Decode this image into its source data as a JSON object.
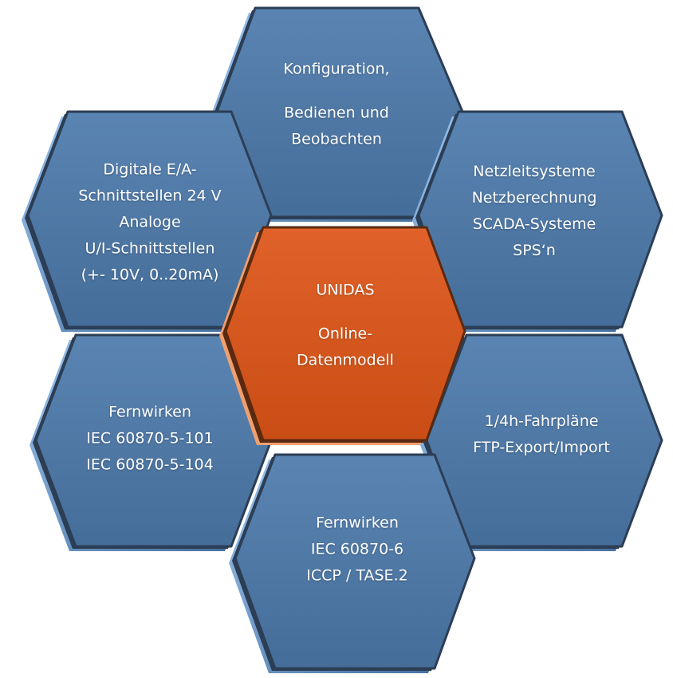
{
  "diagram": {
    "colors": {
      "outer_fill": "#4e78a6",
      "outer_edge": "#2c3e55",
      "center_fill": "#d4571c",
      "center_edge": "#5a2a10",
      "text": "#ffffff"
    },
    "hexagons": {
      "top": {
        "lines": [
          "Konfiguration,",
          "",
          "Bedienen und",
          "Beobachten"
        ]
      },
      "upper_left": {
        "lines": [
          "Digitale E/A-",
          "Schnittstellen 24 V",
          "Analoge",
          "U/I-Schnittstellen",
          "(+- 10V, 0..20mA)"
        ]
      },
      "upper_right": {
        "lines": [
          "Netzleitsysteme",
          "Netzberechnung",
          "SCADA-Systeme",
          "SPS‘n"
        ]
      },
      "center": {
        "lines": [
          "UNIDAS",
          "",
          "Online-",
          "Datenmodell"
        ]
      },
      "lower_left": {
        "lines": [
          "Fernwirken",
          "IEC 60870-5-101",
          "IEC 60870-5-104"
        ]
      },
      "lower_right": {
        "lines": [
          "1/4h-Fahrpläne",
          "FTP-Export/Import"
        ]
      },
      "bottom": {
        "lines": [
          "Fernwirken",
          "IEC 60870-6",
          "ICCP / TASE.2"
        ]
      }
    }
  }
}
